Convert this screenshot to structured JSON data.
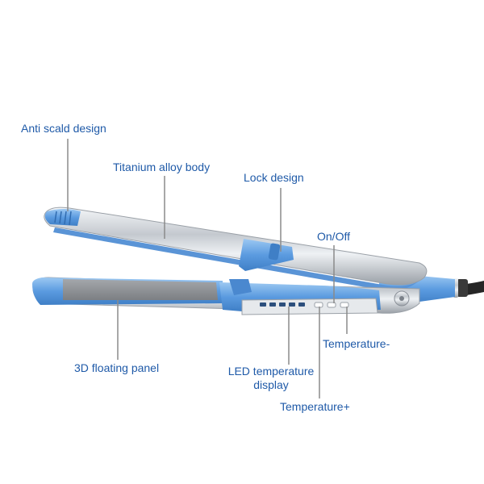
{
  "labels": {
    "anti_scald": "Anti scald design",
    "titanium_body": "Titanium alloy body",
    "lock": "Lock design",
    "on_off": "On/Off",
    "floating_panel": "3D floating panel",
    "led_display_line1": "LED temperature",
    "led_display_line2": "display",
    "temp_minus": "Temperature-",
    "temp_plus": "Temperature+"
  },
  "colors": {
    "label_text": "#1f5aa8",
    "leader_line": "#8a8a8a",
    "accent_blue": "#6aa6e3",
    "chrome": "#cfd3d8",
    "plate": "#8c8f93",
    "cord": "#2a2a2a"
  }
}
